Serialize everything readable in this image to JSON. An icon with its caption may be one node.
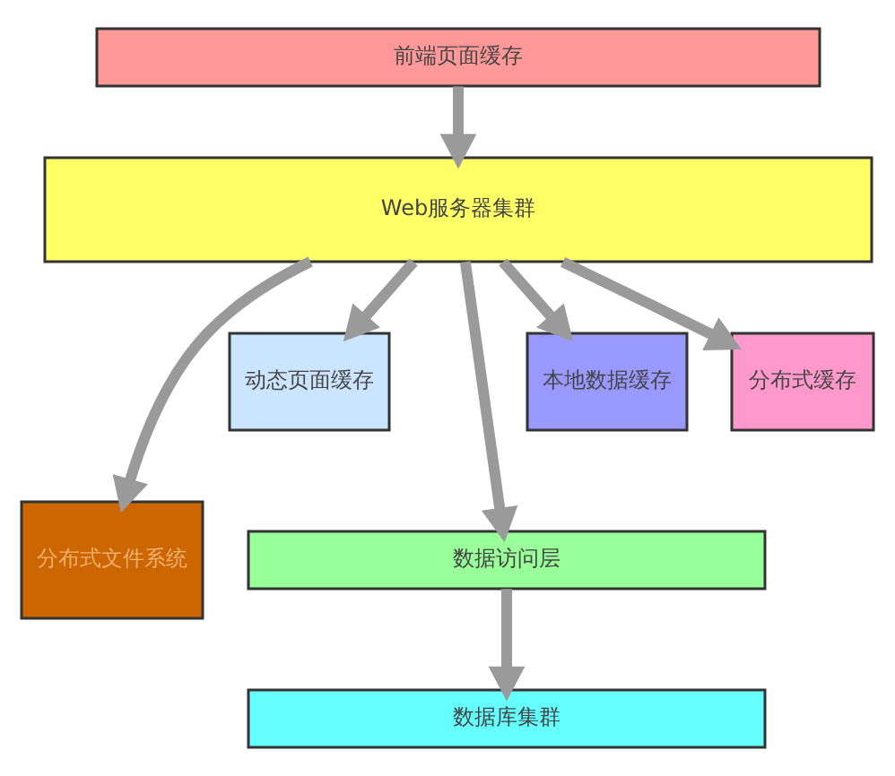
{
  "diagram": {
    "nodes": [
      {
        "text": [
          "前端页面缓存"
        ]
      },
      {
        "text": [
          "Web服务器集群"
        ]
      },
      {
        "text": [
          "动态页面缓存"
        ]
      },
      {
        "text": [
          "本地数据缓存"
        ]
      },
      {
        "text": [
          "分布式缓存"
        ]
      },
      {
        "text": [
          "分布式文件系统"
        ]
      },
      {
        "text": [
          "数据访问层"
        ]
      },
      {
        "text": [
          "数据库集群"
        ]
      }
    ],
    "edges": [
      {
        "from": 0,
        "to": 1,
        "arrow": "to"
      },
      {
        "from": 1,
        "to": 5,
        "arrow": "to"
      },
      {
        "from": 1,
        "to": 2,
        "arrow": "to"
      },
      {
        "from": 1,
        "to": 6,
        "arrow": "to"
      },
      {
        "from": 1,
        "to": 3,
        "arrow": "to"
      },
      {
        "from": 1,
        "to": 4,
        "arrow": "to"
      },
      {
        "from": 6,
        "to": 7,
        "arrow": "to"
      }
    ]
  }
}
